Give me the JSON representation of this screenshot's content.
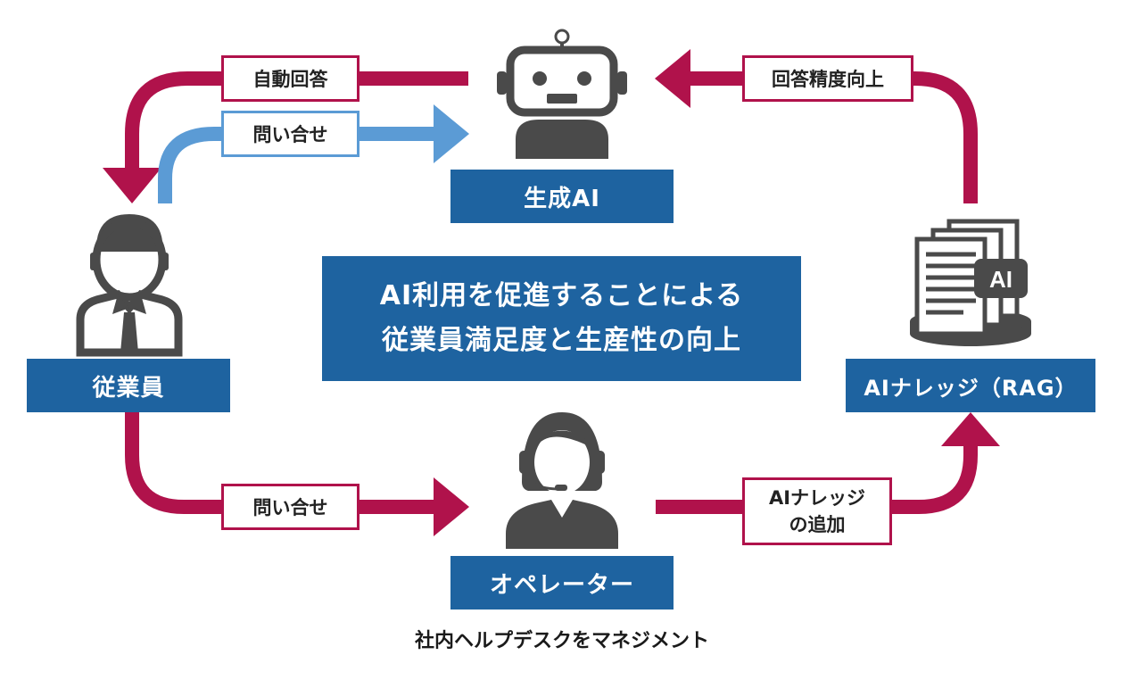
{
  "colors": {
    "accent_blue": "#1e63a0",
    "flow_red": "#b0124b",
    "flow_light_blue": "#5b9bd5",
    "icon_gray": "#4a4a4a"
  },
  "nodes": {
    "ai": {
      "label": "生成AI",
      "icon": "robot-icon"
    },
    "employee": {
      "label": "従業員",
      "icon": "businessman-icon"
    },
    "operator": {
      "label": "オペレーター",
      "icon": "headset-operator-icon"
    },
    "knowledge": {
      "label": "AIナレッジ（RAG）",
      "icon": "documents-ai-icon",
      "badge": "AI"
    }
  },
  "edges": {
    "auto_answer": "自動回答",
    "inquiry_ai": "問い合せ",
    "accuracy": "回答精度向上",
    "inquiry_operator": "問い合せ",
    "add_knowledge_line1": "AIナレッジ",
    "add_knowledge_line2": "の追加"
  },
  "center": {
    "line1": "AI利用を促進することによる",
    "line2": "従業員満足度と生産性の向上"
  },
  "caption": "社内ヘルプデスクをマネジメント"
}
